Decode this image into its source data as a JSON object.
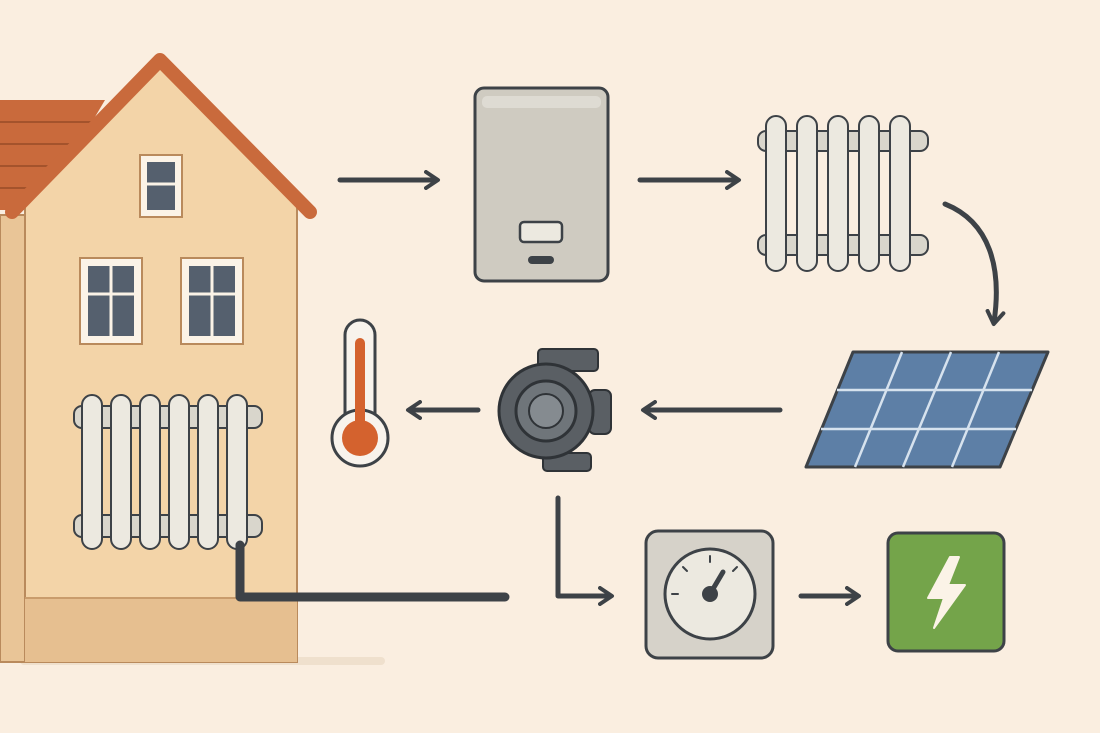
{
  "diagram": {
    "kind": "home-heating-energy-flow",
    "nodes": [
      {
        "id": "house",
        "icon": "house-icon"
      },
      {
        "id": "boiler",
        "icon": "boiler-icon"
      },
      {
        "id": "radiator",
        "icon": "radiator-icon"
      },
      {
        "id": "solar-panel",
        "icon": "solar-panel-icon"
      },
      {
        "id": "pump",
        "icon": "circulation-pump-icon"
      },
      {
        "id": "thermostat",
        "icon": "thermometer-icon"
      },
      {
        "id": "meter",
        "icon": "gauge-meter-icon"
      },
      {
        "id": "electricity",
        "icon": "lightning-bolt-icon"
      }
    ],
    "edges": [
      {
        "from": "house",
        "to": "boiler"
      },
      {
        "from": "boiler",
        "to": "radiator"
      },
      {
        "from": "radiator",
        "to": "solar-panel"
      },
      {
        "from": "solar-panel",
        "to": "pump"
      },
      {
        "from": "pump",
        "to": "thermostat"
      },
      {
        "from": "pump",
        "to": "meter"
      },
      {
        "from": "meter",
        "to": "electricity"
      },
      {
        "from": "house",
        "to": "meter"
      }
    ]
  },
  "colors": {
    "background": "#faeee0",
    "house_wall": "#f3d4a8",
    "roof": "#c96a3c",
    "outline": "#3d4247",
    "device_gray": "#cfcbc1",
    "radiator": "#ece9e0",
    "solar_blue": "#5d7fa6",
    "thermometer_red": "#d4622e",
    "electricity_green": "#74a44a"
  }
}
